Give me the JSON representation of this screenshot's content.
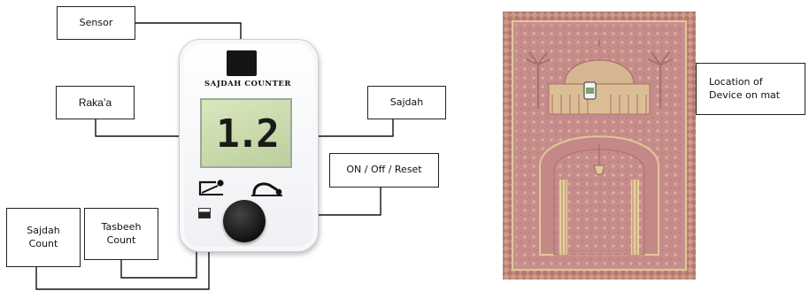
{
  "device": {
    "brand": "SAJDAH COUNTER",
    "display_value": "1.2"
  },
  "labels": {
    "sensor": "Sensor",
    "rakaa": "Raka’a",
    "sajdah": "Sajdah",
    "on_off_reset": "ON / Off / Reset",
    "sajdah_count": "Sajdah\nCount",
    "tasbeeh_count": "Tasbeeh\nCount",
    "location": "Location of\nDevice on mat"
  },
  "icons": {
    "prostration_left": "prostration-start-icon",
    "prostration_right": "prostration-full-icon"
  },
  "colors": {
    "lcd": "#c9dbab",
    "mat_border": "#b9787a",
    "mat_field": "#c98f8e",
    "mat_ornament": "#e2c796"
  }
}
